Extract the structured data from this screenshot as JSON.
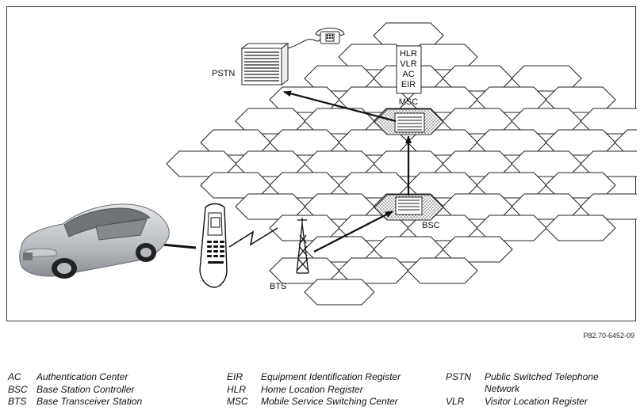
{
  "diagram": {
    "labels": {
      "pstn": "PSTN",
      "msc": "MSC",
      "bsc": "BSC",
      "bts": "BTS",
      "msc_registers": [
        "HLR",
        "VLR",
        "AC",
        "EIR"
      ]
    },
    "figure_code": "P82.70-6452-09"
  },
  "legend": {
    "columns": [
      [
        {
          "abbr": "AC",
          "term": "Authentication Center"
        },
        {
          "abbr": "BSC",
          "term": "Base Station Controller"
        },
        {
          "abbr": "BTS",
          "term": "Base Transceiver Station"
        }
      ],
      [
        {
          "abbr": "EIR",
          "term": "Equipment Identification Register"
        },
        {
          "abbr": "HLR",
          "term": "Home Location Register"
        },
        {
          "abbr": "MSC",
          "term": "Mobile Service Switching Center"
        }
      ],
      [
        {
          "abbr": "PSTN",
          "term": "Public Switched Telephone Network"
        },
        {
          "abbr": "VLR",
          "term": "Visitor Location Register"
        }
      ]
    ]
  }
}
